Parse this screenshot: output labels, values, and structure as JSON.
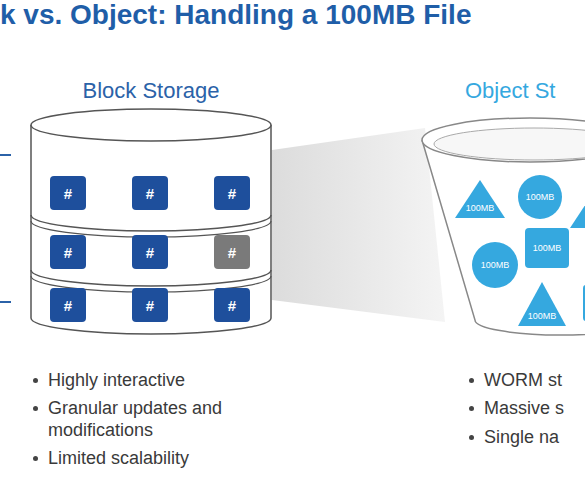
{
  "diagram": {
    "title": "k vs. Object: Handling a 100MB File",
    "nodes": [
      {
        "text": [
          "Block Storage"
        ]
      },
      {
        "text": [
          "#"
        ],
        "in": 0
      },
      {
        "text": [
          "#"
        ],
        "in": 0
      },
      {
        "text": [
          "#"
        ],
        "in": 0
      },
      {
        "text": [
          "#"
        ],
        "in": 0
      },
      {
        "text": [
          "#"
        ],
        "in": 0
      },
      {
        "text": [
          "#"
        ],
        "in": 0
      },
      {
        "text": [
          "#"
        ],
        "in": 0
      },
      {
        "text": [
          "#"
        ],
        "in": 0
      },
      {
        "text": [
          "#"
        ],
        "in": 0
      },
      {
        "text": [
          "Object St"
        ]
      },
      {
        "text": [
          "100MB"
        ],
        "in": 10
      },
      {
        "text": [
          "100MB"
        ],
        "in": 10
      },
      {
        "text": [
          "100MB"
        ],
        "in": 10
      },
      {
        "text": [
          "100MB"
        ],
        "in": 10
      },
      {
        "text": [
          "100MB"
        ],
        "in": 10
      }
    ],
    "labels": [
      "Highly interactive",
      "Granular updates and modifications",
      "Limited scalability",
      "WORM st",
      "Massive s",
      "Single na"
    ]
  }
}
